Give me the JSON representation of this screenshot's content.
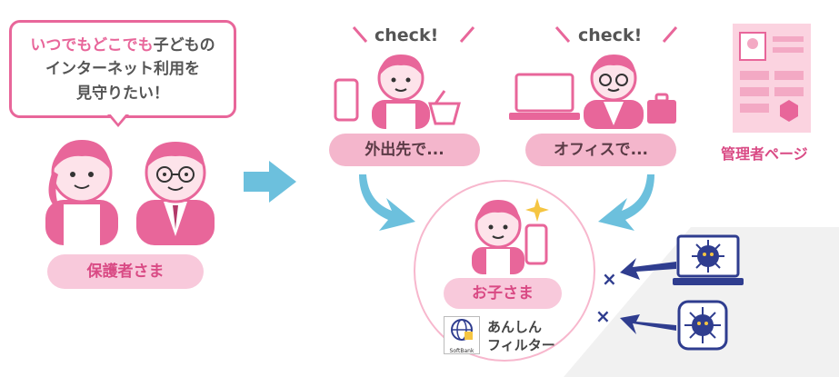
{
  "bubble": {
    "highlight": "いつでもどこでも",
    "line1_rest": "子どもの",
    "line2": "インターネット利用を",
    "line3": "見守りたい！"
  },
  "guardians": {
    "label": "保護者さま"
  },
  "scenes": [
    {
      "check": "check!",
      "label": "外出先で..."
    },
    {
      "check": "check!",
      "label": "オフィスで..."
    }
  ],
  "admin": {
    "label": "管理者ページ"
  },
  "child": {
    "label": "お子さま"
  },
  "filter": {
    "line1": "あんしん",
    "line2": "フィルター",
    "brand": "SoftBank"
  },
  "threats": {
    "cross1": "×",
    "cross2": "×"
  },
  "colors": {
    "pink": "#e8669a",
    "pink_light": "#f8c9db",
    "blue_arrow": "#6cc0dd",
    "navy": "#2f3d8f"
  }
}
